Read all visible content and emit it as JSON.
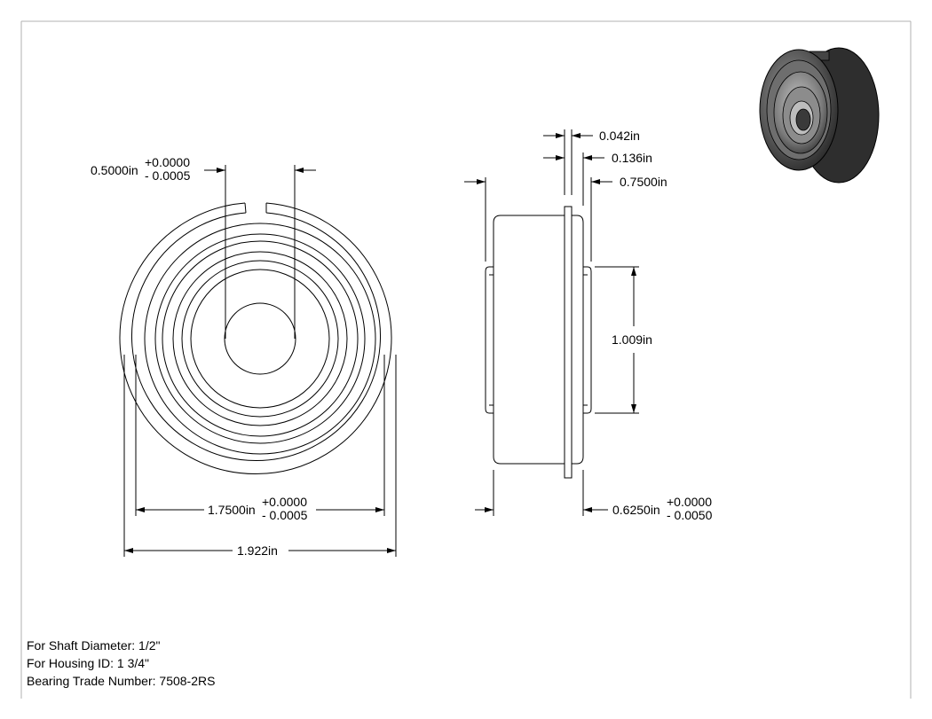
{
  "dimensions": {
    "bore": {
      "value": "0.5000in",
      "tol_plus": "+0.0000",
      "tol_minus": "- 0.0005"
    },
    "outer_diameter": {
      "value": "1.7500in",
      "tol_plus": "+0.0000",
      "tol_minus": "- 0.0005"
    },
    "flange_diameter": {
      "value": "1.922in"
    },
    "flange_thickness": {
      "value": "0.042in"
    },
    "flange_offset": {
      "value": "0.136in"
    },
    "overall_width": {
      "value": "0.7500in"
    },
    "inner_ring_diameter": {
      "value": "1.009in"
    },
    "ring_width": {
      "value": "0.6250in",
      "tol_plus": "+0.0000",
      "tol_minus": "- 0.0050"
    }
  },
  "notes": {
    "shaft": "For Shaft Diameter: 1/2\"",
    "housing": "For Housing ID: 1 3/4\"",
    "trade_number": "Bearing Trade Number: 7508-2RS"
  },
  "colors": {
    "line": "#000000",
    "border": "#b0b0b0",
    "shade": "#555555"
  }
}
